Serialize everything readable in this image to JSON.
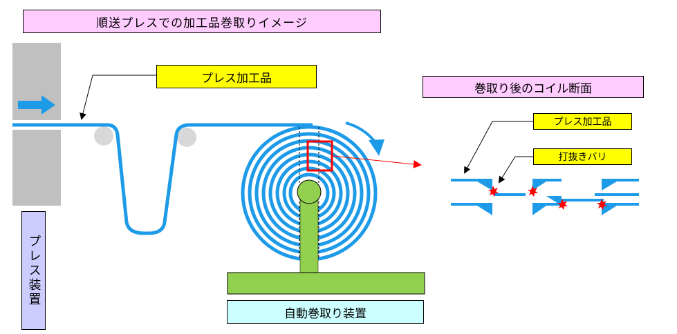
{
  "title": "順送プレスでの加工品巻取りイメージ",
  "press_product_label": "プレス加工品",
  "coil_section_label": "巻取り後のコイル断面",
  "detail": {
    "press_product_label": "プレス加工品",
    "burr_label": "打抜きバリ"
  },
  "press_device_label": "プレス装置",
  "winding_device_label": "自動巻取り装置",
  "colors": {
    "strip_blue": "#1e9be8",
    "roller_gray": "#d8d8d8",
    "press_gray": "#c0c0c0",
    "hub_green": "#92d050",
    "highlight_red": "#ff0000",
    "burr_red": "#ff0000"
  },
  "icons": [
    "feed-arrow-icon",
    "rotation-arrow-icon",
    "burr-spark-icon"
  ]
}
